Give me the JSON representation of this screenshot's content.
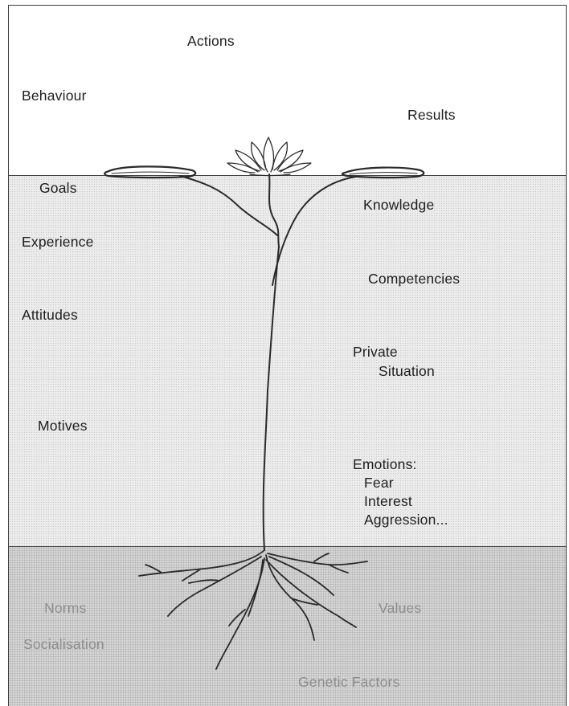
{
  "surface": {
    "actions": "Actions",
    "behaviour": "Behaviour",
    "results": "Results"
  },
  "water": {
    "goals": "Goals",
    "experience": "Experience",
    "attitudes": "Attitudes",
    "motives": "Motives",
    "knowledge": "Knowledge",
    "competencies": "Competencies",
    "private": "Private",
    "situation": "Situation",
    "emotions": {
      "title": "Emotions:",
      "items": [
        "Fear",
        "Interest",
        "Aggression..."
      ]
    }
  },
  "soil": {
    "norms": "Norms",
    "socialisation": "Socialisation",
    "values": "Values",
    "genetic_factors": "Genetic Factors"
  },
  "colors": {
    "surface": "#ffffff",
    "water": "#ececec",
    "soil": "#d6d6d6",
    "text": "#1e1e1e",
    "soil_text": "#8d8d8d",
    "line": "#2a2a2a"
  }
}
